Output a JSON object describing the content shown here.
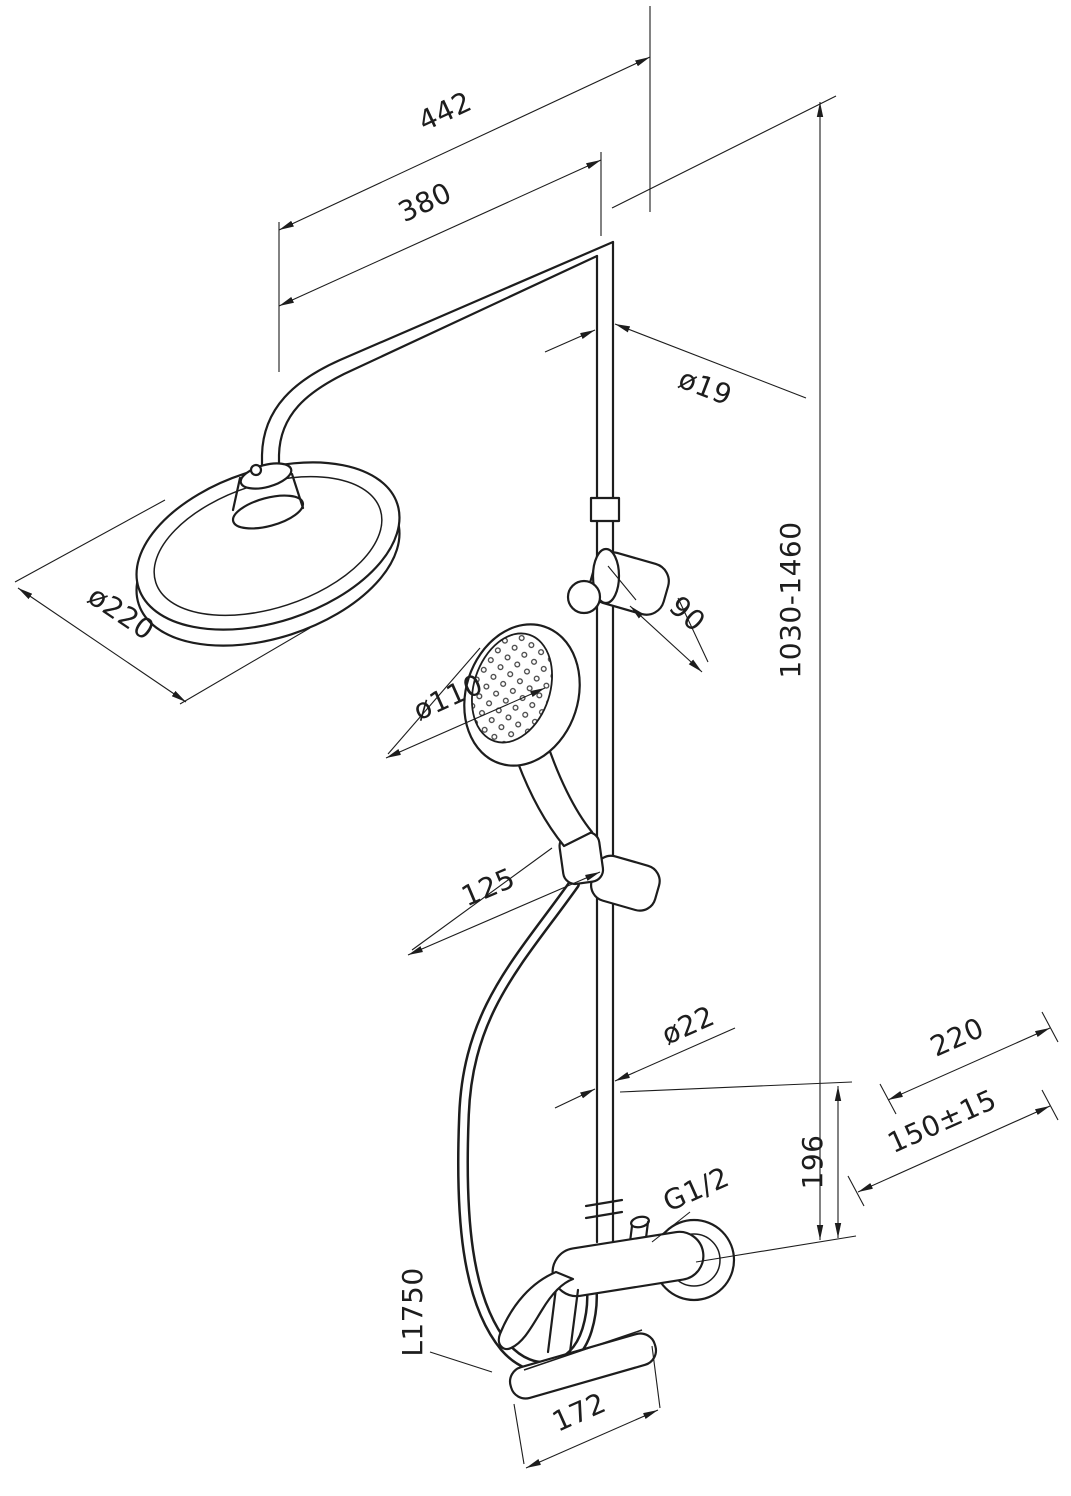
{
  "figure": {
    "type": "technical-dimension-drawing",
    "colors": {
      "line": "#1d1d1d",
      "background": "#ffffff"
    }
  },
  "dims": {
    "arm_total": "442",
    "arm_to_rail": "380",
    "top_pipe_dia": "ø19",
    "height_range": "1030-1460",
    "head_dia": "ø220",
    "bracket_length": "90",
    "hand_shower_dia": "ø110",
    "holder_offset": "125",
    "rail_dia": "ø22",
    "wall_offset": "220",
    "supply_spacing": "150±15",
    "mixer_height": "196",
    "thread": "G1/2",
    "hose_length": "L1750",
    "spout_reach": "172"
  }
}
